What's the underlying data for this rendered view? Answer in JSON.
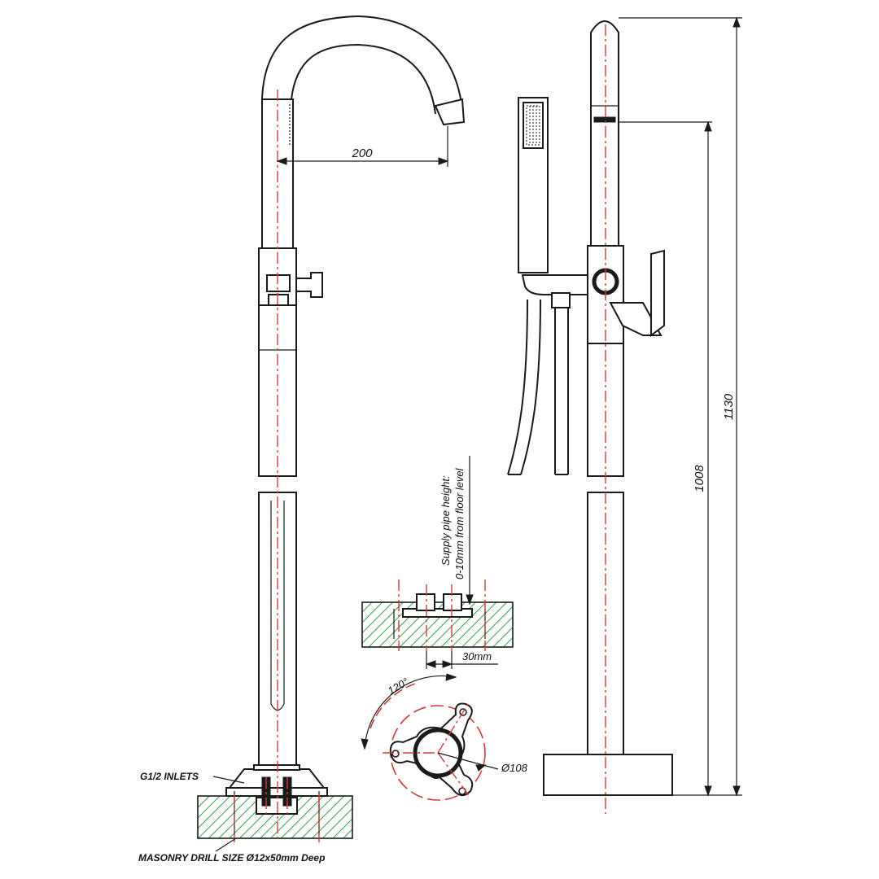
{
  "dimensions": {
    "spout_reach": "200",
    "overall_height": "1130",
    "outlet_height": "1008",
    "inlet_spacing": "30mm",
    "bolt_angle": "120°",
    "base_diameter": "Ø108"
  },
  "notes": {
    "supply_pipe_line1": "Supply pipe height:",
    "supply_pipe_line2": "0-10mm from floor level",
    "inlets": "G1/2 INLETS",
    "masonry_drill": "MASONRY DRILL SIZE Ø12x50mm Deep"
  },
  "colors": {
    "line": "#1a1a1a",
    "centerline": "#d23b3b",
    "hatch": "#3aa04a"
  }
}
